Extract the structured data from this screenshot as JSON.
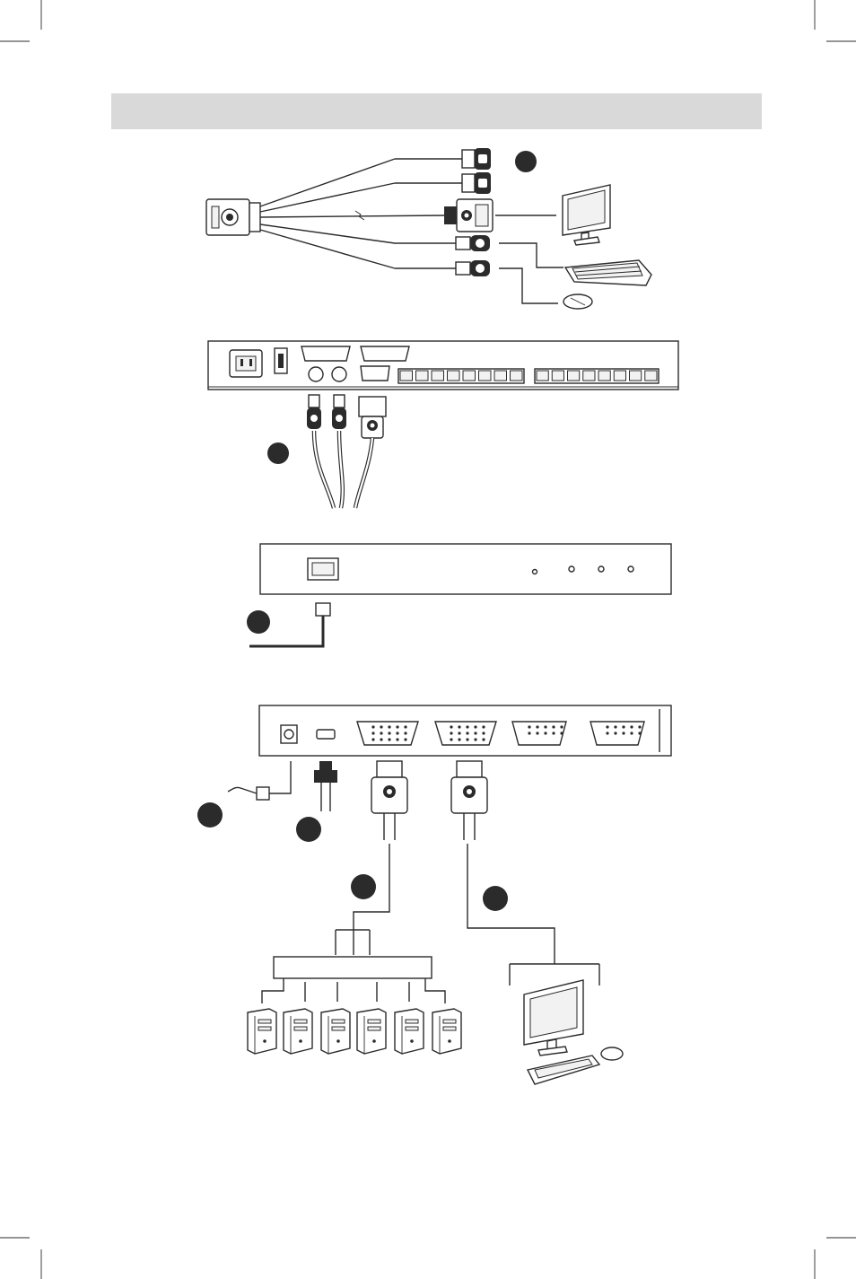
{
  "colors": {
    "line": "#2b2b2b",
    "header_band": "#d9d9d9",
    "background": "#ffffff"
  },
  "callouts": [
    {
      "id": "1",
      "label": ""
    },
    {
      "id": "2",
      "label": ""
    },
    {
      "id": "3",
      "label": ""
    },
    {
      "id": "4",
      "label": ""
    },
    {
      "id": "5",
      "label": ""
    },
    {
      "id": "6",
      "label": ""
    },
    {
      "id": "7",
      "label": ""
    }
  ],
  "icons": [
    "kvm-adapter-cable-icon",
    "monitor-icon",
    "keyboard-icon",
    "mouse-icon",
    "kvm-switch-rear-panel",
    "cat5-console-unit",
    "remote-unit-rear-panel",
    "server-tower-icon"
  ]
}
